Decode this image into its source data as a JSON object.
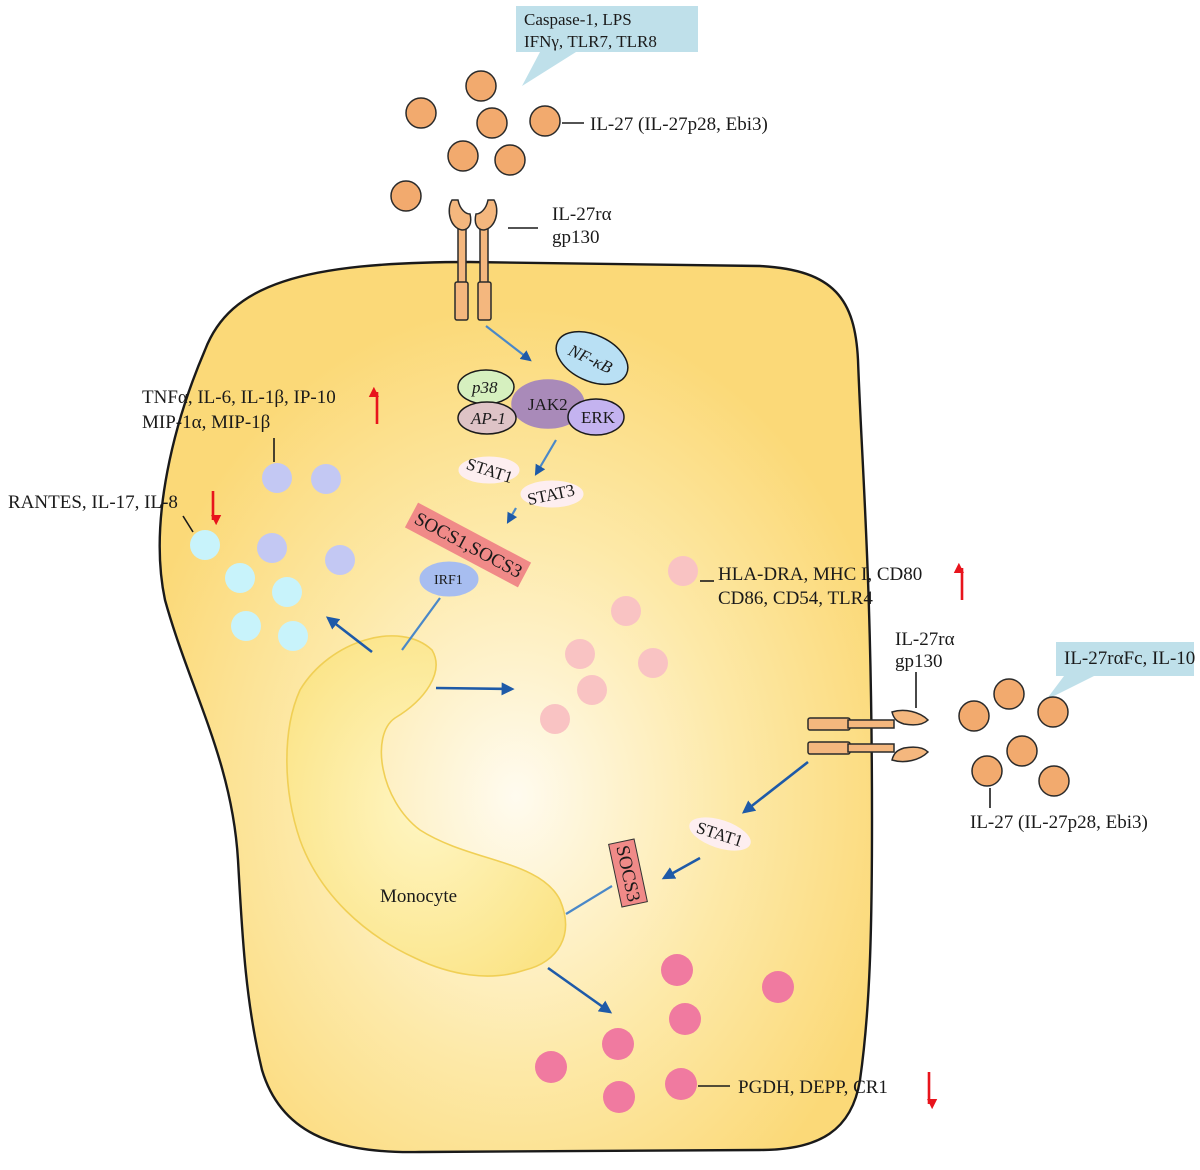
{
  "callout_top": {
    "line1": "Caspase-1, LPS",
    "line2": "IFNγ, TLR7, TLR8"
  },
  "callout_right": {
    "text": "IL-27rαFc, IL-10"
  },
  "il27_top_label": "IL-27 (IL-27p28, Ebi3)",
  "il27_right_label": "IL-27 (IL-27p28, Ebi3)",
  "receptor_top": {
    "line1": "IL-27rα",
    "line2": "gp130"
  },
  "receptor_right": {
    "line1": "IL-27rα",
    "line2": "gp130"
  },
  "signaling": {
    "nfkb": "NF-κB",
    "p38": "p38",
    "jak2": "JAK2",
    "ap1": "AP-1",
    "erk": "ERK",
    "stat1": "STAT1",
    "stat3": "STAT3",
    "socs": "SOCS1,SOCS3",
    "irf1": "IRF1",
    "stat1_right": "STAT1",
    "socs3_right": "SOCS3"
  },
  "cytokines_up": {
    "line1": "TNFα, IL-6, IL-1β, IP-10",
    "line2": "MIP-1α, MIP-1β"
  },
  "cytokines_down": "RANTES, IL-17, IL-8",
  "surface_up": {
    "line1": "HLA-DRA, MHC I, CD80",
    "line2": "CD86, CD54, TLR4"
  },
  "genes_down": "PGDH, DEPP, CR1",
  "nucleus_label": "Monocyte",
  "colors": {
    "cell_fill": "#fde6a0",
    "cell_center": "#fffbea",
    "cell_stroke": "#1a1a1a",
    "il27_ball": "#f2aa6e",
    "receptor": "#f4b77e",
    "callout": "#bfe0ea",
    "up_arrow": "#e8141c",
    "down_arrow": "#e8141c",
    "pathway_arrow": "#1e5aa8",
    "lavender_dot": "#c3c8f3",
    "cyan_dot": "#c8f3fb",
    "pink_dot": "#f9c3c3",
    "magenta_dot": "#f07aa0"
  }
}
